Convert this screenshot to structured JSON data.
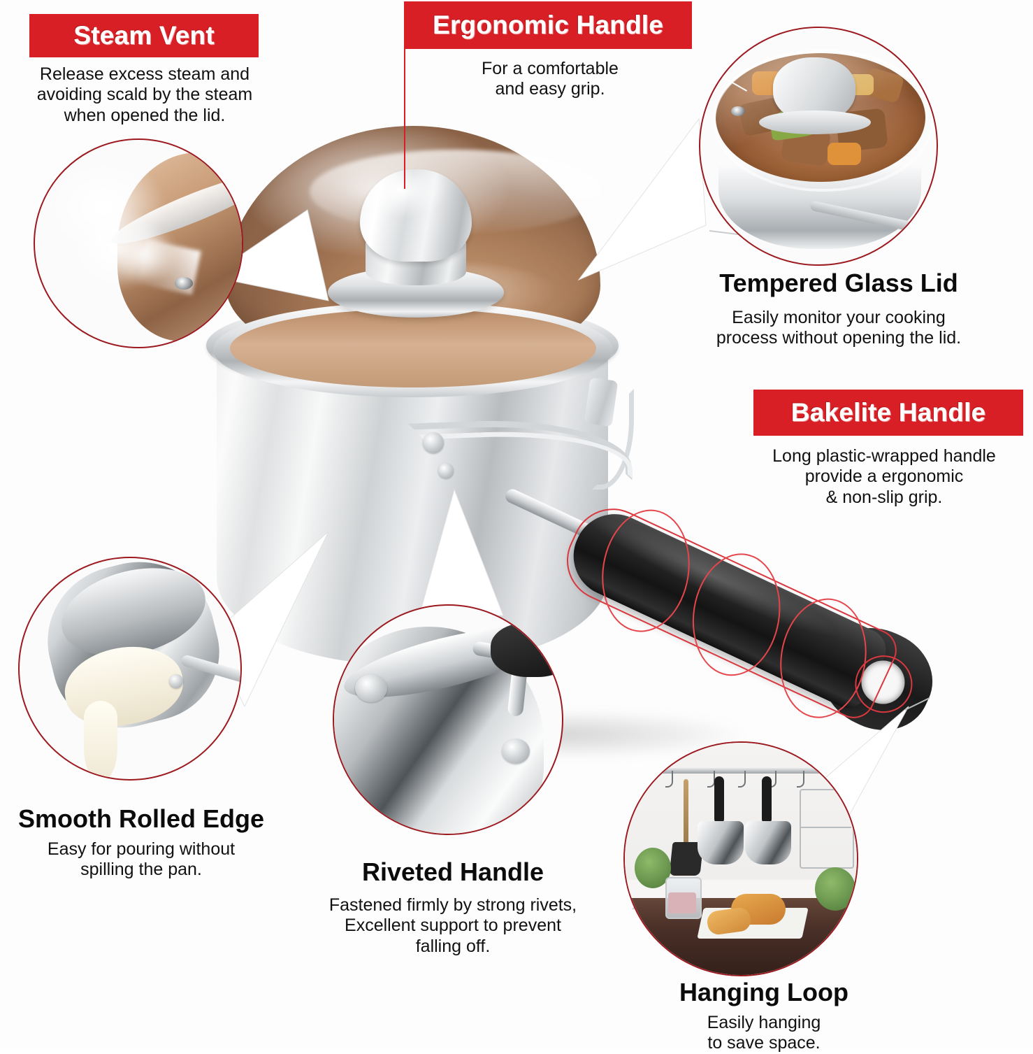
{
  "product": {
    "type": "stainless-steel saucepan with tempered glass lid",
    "body_color": "#d7dadc",
    "handle_color": "#1a1a1a",
    "lid_tint": "#b88260"
  },
  "theme": {
    "accent_red": "#d81f26",
    "callout_border": "#9c1a1f",
    "ring_red": "#e5464b",
    "text_color": "#111111",
    "background": "#ffffff"
  },
  "features": [
    {
      "id": "steam-vent",
      "title": "Steam Vent",
      "title_style": "red-plate",
      "description": "Release excess steam and\navoiding scald by the steam\nwhen opened the lid.",
      "bubble_scene": "steam escaping from lid vent hole"
    },
    {
      "id": "ergonomic-handle",
      "title": "Ergonomic Handle",
      "title_style": "red-plate",
      "description": "For a comfortable\nand easy grip.",
      "bubble_scene": "none"
    },
    {
      "id": "tempered-glass-lid",
      "title": "Tempered Glass Lid",
      "title_style": "black-heading",
      "description": "Easily monitor your cooking\nprocess without opening the lid.",
      "bubble_scene": "beef stew with vegetables simmering under glass lid"
    },
    {
      "id": "bakelite-handle",
      "title": "Bakelite Handle",
      "title_style": "red-plate",
      "description": "Long plastic-wrapped handle\nprovide a ergonomic\n& non-slip grip.",
      "bubble_scene": "none"
    },
    {
      "id": "smooth-rolled-edge",
      "title": "Smooth Rolled Edge",
      "title_style": "black-heading",
      "description": "Easy for pouring without\nspilling the pan.",
      "bubble_scene": "pan pouring cream without spilling"
    },
    {
      "id": "riveted-handle",
      "title": "Riveted Handle",
      "title_style": "black-heading",
      "description": "Fastened firmly by strong rivets,\nExcellent support to prevent\nfalling off.",
      "bubble_scene": "close-up of steel rivets fastening handle to pan"
    },
    {
      "id": "hanging-loop",
      "title": "Hanging Loop",
      "title_style": "black-heading",
      "description": "Easily hanging\nto save space.",
      "bubble_scene": "kitchen rail with hanging pans, spatula, plants, jar and bread"
    }
  ]
}
